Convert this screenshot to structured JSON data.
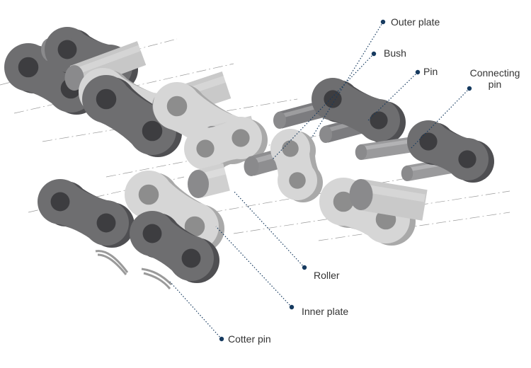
{
  "title": "Roller chain components",
  "labels": {
    "outer_plate": "Outer plate",
    "bush": "Bush",
    "pin": "Pin",
    "connecting_pin_1": "Connecting",
    "connecting_pin_2": "pin",
    "roller": "Roller",
    "inner_plate": "Inner plate",
    "cotter_pin": "Cotter pin"
  },
  "colors": {
    "dot": "#163a5f",
    "dark_plate": "#6e6e70",
    "dark_edge": "#4f4f52",
    "light_plate": "#d6d6d6",
    "light_edge": "#a9a9a9",
    "text": "#333333"
  }
}
